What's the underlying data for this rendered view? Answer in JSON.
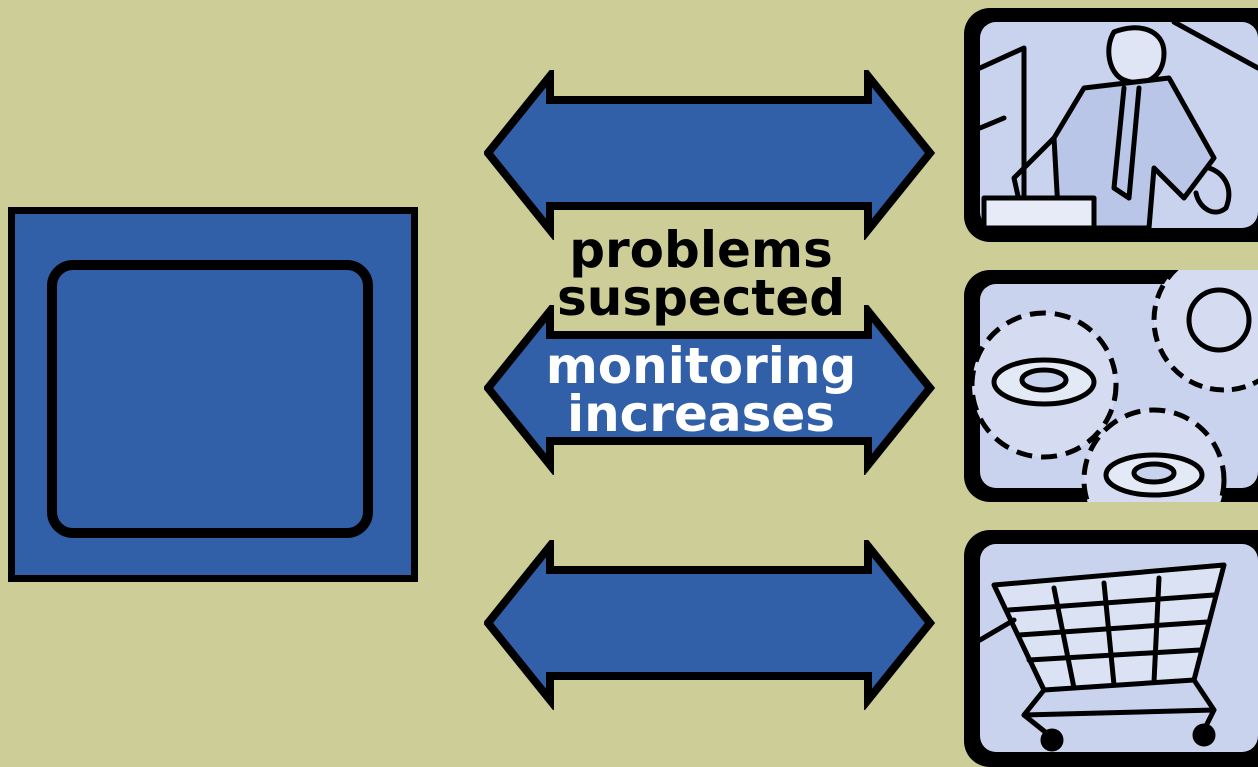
{
  "labels": {
    "upper": [
      "problems",
      "suspected"
    ],
    "lower": [
      "monitoring",
      "increases"
    ]
  },
  "icons": [
    "businessman-icon",
    "gears-icon",
    "shopping-cart-icon"
  ],
  "colors": {
    "background": "#cdcd98",
    "arrow_fill": "#315fa8",
    "outline": "#000000",
    "lower_label": "#ffffff",
    "panel_tint": "#c9d3ee"
  }
}
